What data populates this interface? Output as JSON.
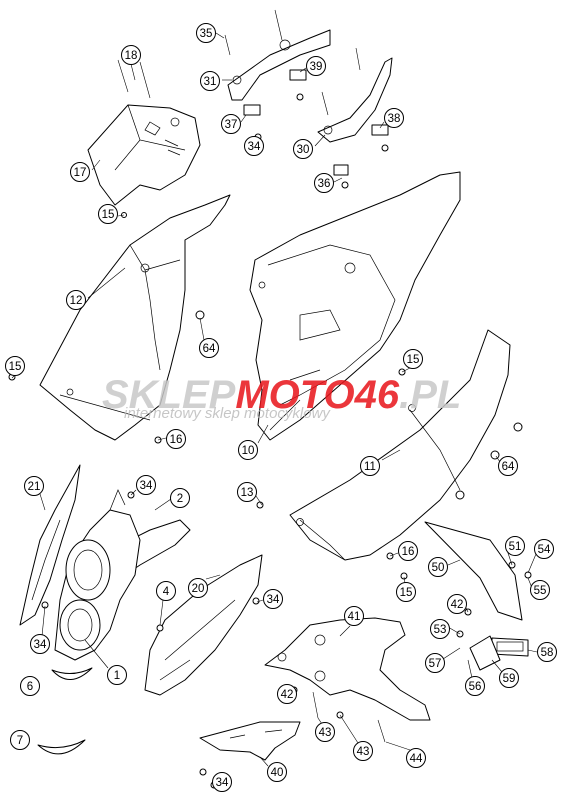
{
  "watermark": {
    "brand_part1": "SKLEP",
    "brand_part2": "MOTO",
    "brand_part3": "46",
    "brand_part4": ".PL",
    "tagline": "internetowy sklep motocyklowy",
    "color_gray": "#c8c8c8",
    "color_red": "#e8141a"
  },
  "callouts": [
    {
      "id": "1",
      "text": "1"
    },
    {
      "id": "2",
      "text": "2"
    },
    {
      "id": "4",
      "text": "4"
    },
    {
      "id": "6",
      "text": "6"
    },
    {
      "id": "7",
      "text": "7"
    },
    {
      "id": "10",
      "text": "10"
    },
    {
      "id": "11",
      "text": "11"
    },
    {
      "id": "12",
      "text": "12"
    },
    {
      "id": "13",
      "text": "13"
    },
    {
      "id": "15a",
      "text": "15"
    },
    {
      "id": "15b",
      "text": "15"
    },
    {
      "id": "15c",
      "text": "15"
    },
    {
      "id": "15d",
      "text": "15"
    },
    {
      "id": "16a",
      "text": "16"
    },
    {
      "id": "16b",
      "text": "16"
    },
    {
      "id": "17",
      "text": "17"
    },
    {
      "id": "18",
      "text": "18"
    },
    {
      "id": "20",
      "text": "20"
    },
    {
      "id": "21",
      "text": "21"
    },
    {
      "id": "30",
      "text": "30"
    },
    {
      "id": "31",
      "text": "31"
    },
    {
      "id": "34a",
      "text": "34"
    },
    {
      "id": "34b",
      "text": "34"
    },
    {
      "id": "34c",
      "text": "34"
    },
    {
      "id": "34d",
      "text": "34"
    },
    {
      "id": "34e",
      "text": "34"
    },
    {
      "id": "35",
      "text": "35"
    },
    {
      "id": "36",
      "text": "36"
    },
    {
      "id": "37",
      "text": "37"
    },
    {
      "id": "38",
      "text": "38"
    },
    {
      "id": "39",
      "text": "39"
    },
    {
      "id": "40",
      "text": "40"
    },
    {
      "id": "41",
      "text": "41"
    },
    {
      "id": "42a",
      "text": "42"
    },
    {
      "id": "42b",
      "text": "42"
    },
    {
      "id": "43a",
      "text": "43"
    },
    {
      "id": "43b",
      "text": "43"
    },
    {
      "id": "44",
      "text": "44"
    },
    {
      "id": "50",
      "text": "50"
    },
    {
      "id": "51",
      "text": "51"
    },
    {
      "id": "53",
      "text": "53"
    },
    {
      "id": "54",
      "text": "54"
    },
    {
      "id": "55",
      "text": "55"
    },
    {
      "id": "56",
      "text": "56"
    },
    {
      "id": "57",
      "text": "57"
    },
    {
      "id": "58",
      "text": "58"
    },
    {
      "id": "59",
      "text": "59"
    },
    {
      "id": "64a",
      "text": "64"
    },
    {
      "id": "64b",
      "text": "64"
    }
  ]
}
